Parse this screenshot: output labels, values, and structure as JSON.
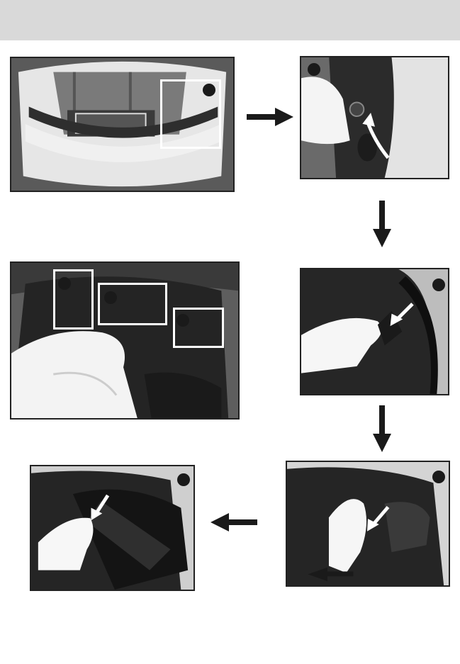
{
  "page": {
    "background": "#ffffff",
    "header_band_color": "#d9d9d9"
  },
  "steps": [
    {
      "id": "step-1",
      "marker": "",
      "highlight_boxes": 1
    },
    {
      "id": "step-2",
      "marker": ""
    },
    {
      "id": "step-3",
      "marker": ""
    },
    {
      "id": "step-4",
      "marker": ""
    },
    {
      "id": "step-5",
      "marker": ""
    },
    {
      "id": "step-6",
      "marker": "",
      "highlight_boxes": 3
    }
  ],
  "icons": [
    "arrow-right-icon",
    "arrow-down-icon",
    "arrow-left-icon",
    "pointer-arrow-icon",
    "curved-arrow-icon"
  ],
  "colors": {
    "highlight": "#ffffff",
    "frame": "#222222",
    "marker": "#1a1a1a"
  }
}
